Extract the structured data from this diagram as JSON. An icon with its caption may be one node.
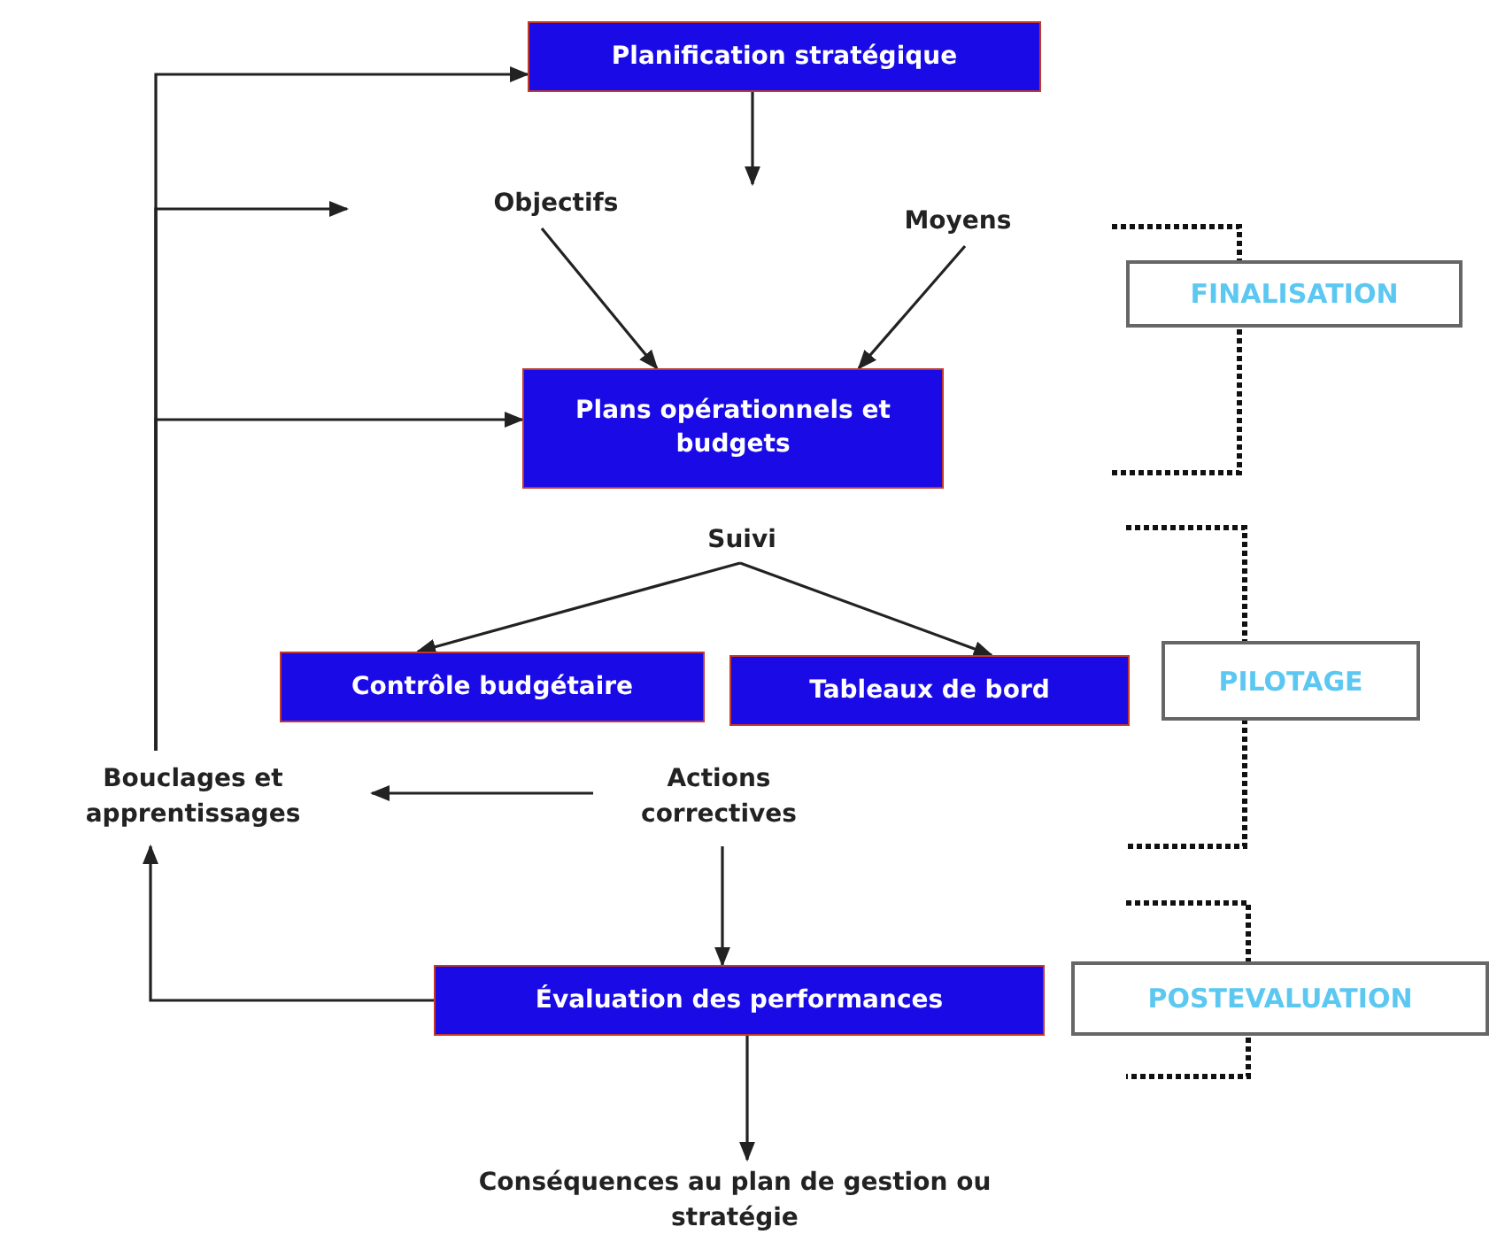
{
  "diagram": {
    "nodes": [
      {
        "text": [
          "Planification stratégique"
        ]
      },
      {
        "text": [
          "Objectifs"
        ]
      },
      {
        "text": [
          "Moyens"
        ]
      },
      {
        "text": [
          "Plans opérationnels et budgets"
        ]
      },
      {
        "text": [
          "Suivi"
        ]
      },
      {
        "text": [
          "Contrôle budgétaire"
        ]
      },
      {
        "text": [
          "Tableaux de bord"
        ]
      },
      {
        "text": [
          "Bouclages et apprentissages"
        ]
      },
      {
        "text": [
          "Actions correctives"
        ]
      },
      {
        "text": [
          "Évaluation des performances"
        ]
      },
      {
        "text": [
          "Conséquences au plan de gestion ou stratégie"
        ]
      },
      {
        "text": [
          "FINALISATION"
        ]
      },
      {
        "text": [
          "PILOTAGE"
        ]
      },
      {
        "text": [
          "POSTEVALUATION"
        ]
      }
    ],
    "edges": [
      {
        "from": 0,
        "to": null,
        "arrow": "to"
      },
      {
        "from": 1,
        "to": 3,
        "arrow": "to"
      },
      {
        "from": 2,
        "to": 3,
        "arrow": "to"
      },
      {
        "from": 4,
        "to": 5,
        "arrow": "to"
      },
      {
        "from": 4,
        "to": 6,
        "arrow": "to"
      },
      {
        "from": 8,
        "to": 7,
        "arrow": "to"
      },
      {
        "from": 8,
        "to": 9,
        "arrow": "to"
      },
      {
        "from": 9,
        "to": 7,
        "arrow": "to"
      },
      {
        "from": 9,
        "to": 10,
        "arrow": "to"
      },
      {
        "from": 7,
        "to": 0,
        "arrow": "to"
      },
      {
        "from": 7,
        "to": null,
        "arrow": "to"
      },
      {
        "from": 7,
        "to": 3,
        "arrow": "to"
      }
    ]
  }
}
